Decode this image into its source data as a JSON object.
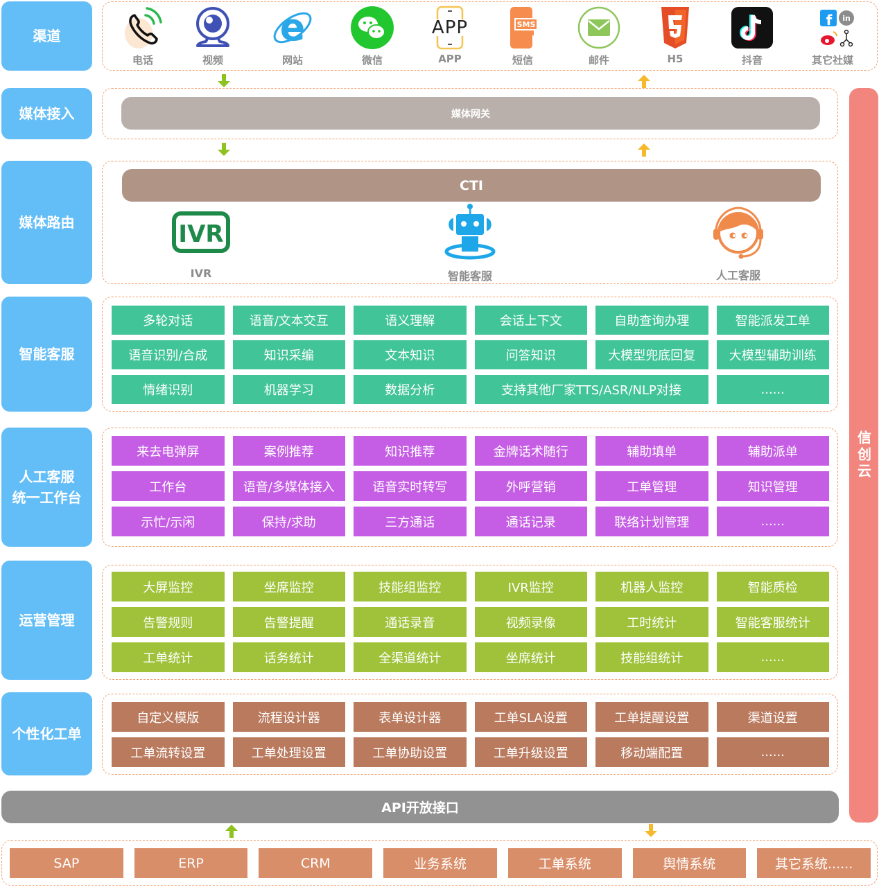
{
  "layers": {
    "channel": "渠道",
    "media_access": "媒体接入",
    "media_routing": "媒体路由",
    "smart_service": "智能客服",
    "agent_workbench": "人工客服\n统一工作台",
    "operations": "运营管理",
    "custom_ticket": "个性化工单"
  },
  "channels": [
    {
      "label": "电话",
      "icon": "phone-icon"
    },
    {
      "label": "视频",
      "icon": "webcam-icon"
    },
    {
      "label": "网站",
      "icon": "browser-ie-icon"
    },
    {
      "label": "微信",
      "icon": "wechat-icon"
    },
    {
      "label": "APP",
      "icon": "app-icon"
    },
    {
      "label": "短信",
      "icon": "sms-icon"
    },
    {
      "label": "邮件",
      "icon": "mail-icon"
    },
    {
      "label": "H5",
      "icon": "html5-icon"
    },
    {
      "label": "抖音",
      "icon": "tiktok-icon"
    },
    {
      "label": "其它社媒",
      "icon": "social-media-icon"
    }
  ],
  "app_icon_text": "APP",
  "sms_icon_text": "SMS",
  "media_gateway": "媒体网关",
  "cti": "CTI",
  "routing_items": [
    {
      "label": "IVR",
      "icon_text": "IVR"
    },
    {
      "label": "智能客服"
    },
    {
      "label": "人工客服"
    }
  ],
  "smart_service_items": [
    "多轮对话",
    "语音/文本交互",
    "语义理解",
    "会话上下文",
    "自助查询办理",
    "智能派发工单",
    "语音识别/合成",
    "知识采编",
    "文本知识",
    "问答知识",
    "大模型兜底回复",
    "大模型辅助训练",
    "情绪识别",
    "机器学习",
    "数据分析",
    "支持其他厂家TTS/ASR/NLP对接",
    "......"
  ],
  "workbench_items": [
    "来去电弹屏",
    "案例推荐",
    "知识推荐",
    "金牌话术随行",
    "辅助填单",
    "辅助派单",
    "工作台",
    "语音/多媒体接入",
    "语音实时转写",
    "外呼营销",
    "工单管理",
    "知识管理",
    "示忙/示闲",
    "保持/求助",
    "三方通话",
    "通话记录",
    "联络计划管理",
    "......"
  ],
  "operations_items": [
    "大屏监控",
    "坐席监控",
    "技能组监控",
    "IVR监控",
    "机器人监控",
    "智能质检",
    "告警规则",
    "告警提醒",
    "通话录音",
    "视频录像",
    "工时统计",
    "智能客服统计",
    "工单统计",
    "话务统计",
    "全渠道统计",
    "坐席统计",
    "技能组统计",
    "......"
  ],
  "ticket_items": [
    "自定义模版",
    "流程设计器",
    "表单设计器",
    "工单SLA设置",
    "工单提醒设置",
    "渠道设置",
    "工单流转设置",
    "工单处理设置",
    "工单协助设置",
    "工单升级设置",
    "移动端配置",
    "......"
  ],
  "api": "API开放接口",
  "external_systems": [
    "SAP",
    "ERP",
    "CRM",
    "业务系统",
    "工单系统",
    "舆情系统",
    "其它系统......"
  ],
  "cloud": "信创云",
  "colors": {
    "layer_label": "#63bdf7",
    "dash_border": "#f2a06f",
    "gateway": "#b9b0ab",
    "cti": "#b09587",
    "smart_service": "#41c498",
    "workbench": "#c55ee4",
    "operations": "#9fc23a",
    "ticket": "#b97a5e",
    "api": "#929292",
    "external": "#d98e6a",
    "cloud": "#f2857d",
    "arrow_down": "#8dc21f",
    "arrow_up": "#f7b92b"
  }
}
